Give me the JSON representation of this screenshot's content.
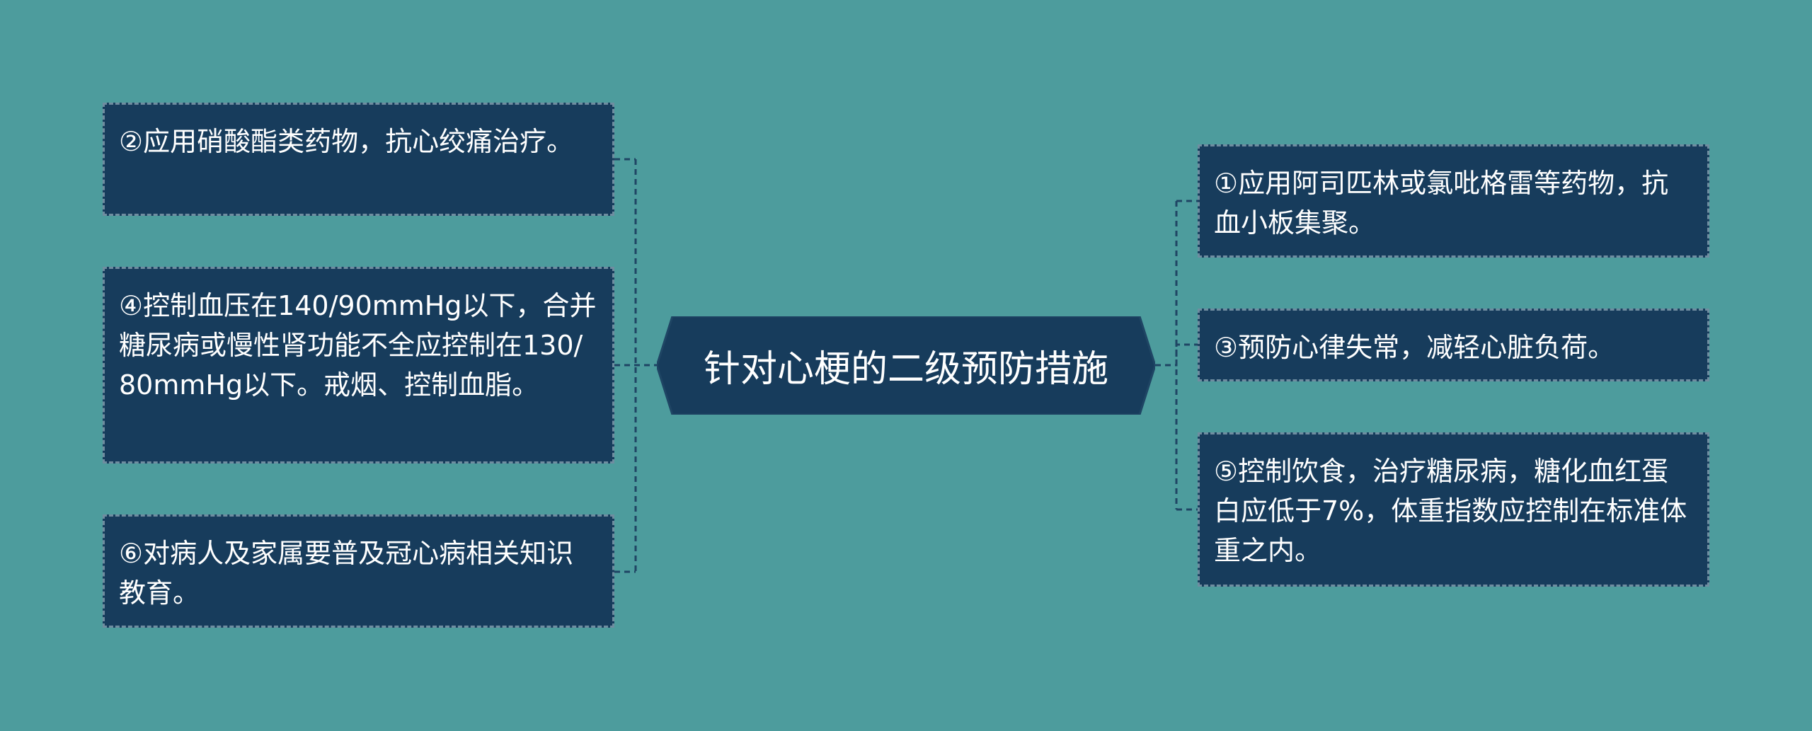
{
  "center": {
    "title": "针对心梗的二级预防措施"
  },
  "left_branches": [
    {
      "text": "②应用硝酸酯类药物，抗心绞痛治疗。"
    },
    {
      "text": "④控制血压在140/90mmHg以下，合并糖尿病或慢性肾功能不全应控制在130/80mmHg以下。戒烟、控制血脂。"
    },
    {
      "text": "⑥对病人及家属要普及冠心病相关知识教育。"
    }
  ],
  "right_branches": [
    {
      "text": "①应用阿司匹林或氯吡格雷等药物，抗血小板集聚。"
    },
    {
      "text": "③预防心律失常，减轻心脏负荷。"
    },
    {
      "text": "⑤控制饮食，治疗糖尿病，糖化血红蛋白应低于7%，体重指数应控制在标准体重之内。"
    }
  ],
  "colors": {
    "background": "#4d9c9d",
    "node_fill": "#173c5c",
    "node_border": "#6f8da0",
    "connector": "#1f4564",
    "text": "#ffffff"
  }
}
